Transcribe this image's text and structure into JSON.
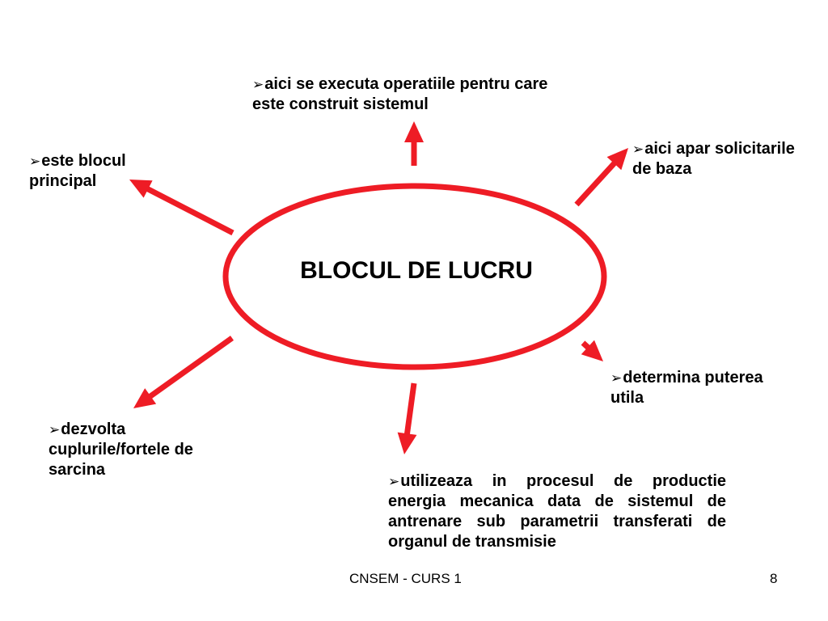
{
  "center": {
    "title": "BLOCUL DE LUCRU"
  },
  "bullet_glyph": "➢",
  "notes": {
    "top": "aici se executa operatiile pentru care este construit sistemul",
    "top_left": "este blocul principal",
    "top_right": "aici apar solicitarile de baza",
    "right": "determina puterea utila",
    "bottom_left": "dezvolta cuplurile/fortele de sarcina",
    "bottom": "utilizeaza in procesul de productie energia mecanica data de sistemul de antrenare sub parametrii transferati de organul de transmisie"
  },
  "footer": {
    "course": "CNSEM - CURS 1",
    "page": "8"
  },
  "colors": {
    "accent": "#ee1c25",
    "text": "#000000",
    "background": "#ffffff"
  }
}
